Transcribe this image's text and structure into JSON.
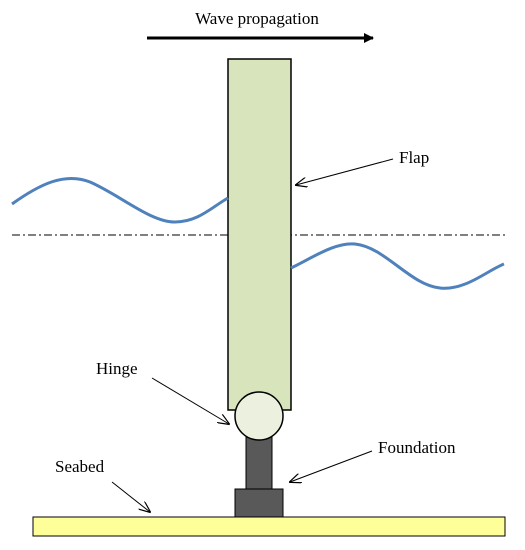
{
  "diagram": {
    "labels": {
      "wave_propagation": "Wave propagation",
      "flap": "Flap",
      "hinge": "Hinge",
      "foundation": "Foundation",
      "seabed": "Seabed"
    },
    "colors": {
      "flap_fill": "#d8e4bc",
      "hinge_fill": "#ebf1de",
      "foundation_fill": "#595959",
      "seabed_fill": "#ffff99",
      "wave_stroke": "#4f81bd",
      "outline": "#000000"
    }
  }
}
